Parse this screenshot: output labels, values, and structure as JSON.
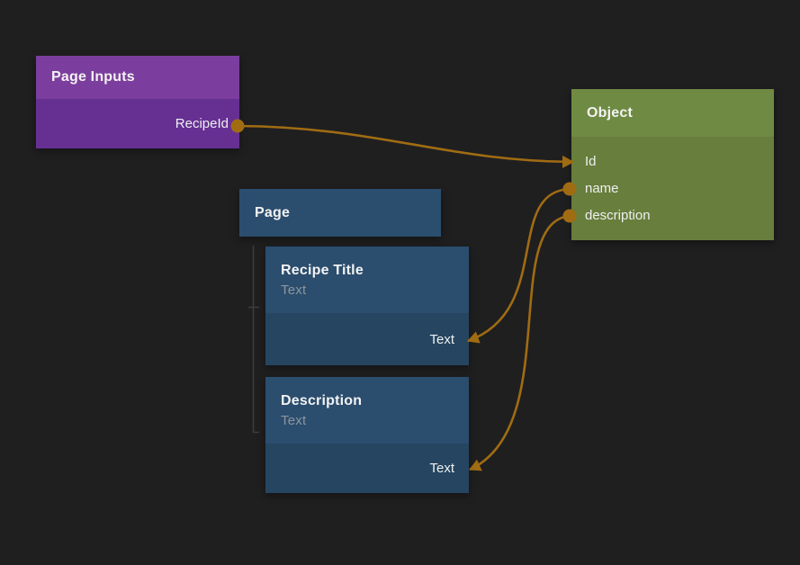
{
  "app": {
    "name": "visual-node-editor"
  },
  "colors": {
    "background": "#1f1f20",
    "wire": "#a06c12",
    "purple_header": "#7b3e9e",
    "purple_body": "#663093",
    "green_header": "#6f8a42",
    "green_body": "#687e3c",
    "blue_header": "#2b4d6e",
    "blue_body": "#264560",
    "subtitle_text": "#8d959d",
    "hierarchy_line": "#3d3d3f"
  },
  "nodes": {
    "page_inputs": {
      "title": "Page Inputs",
      "ports_out": [
        {
          "label": "RecipeId"
        }
      ]
    },
    "object": {
      "title": "Object",
      "ports_in": [
        {
          "label": "Id"
        },
        {
          "label": "name"
        },
        {
          "label": "description"
        }
      ]
    },
    "page": {
      "title": "Page"
    },
    "recipe_title": {
      "title": "Recipe Title",
      "subtitle": "Text",
      "ports_in": [
        {
          "label": "Text"
        }
      ]
    },
    "description": {
      "title": "Description",
      "subtitle": "Text",
      "ports_in": [
        {
          "label": "Text"
        }
      ]
    }
  },
  "connections": [
    {
      "from": "Page Inputs.RecipeId",
      "to": "Object.Id"
    },
    {
      "from": "Object.name",
      "to": "Recipe Title.Text"
    },
    {
      "from": "Object.description",
      "to": "Description.Text"
    }
  ]
}
